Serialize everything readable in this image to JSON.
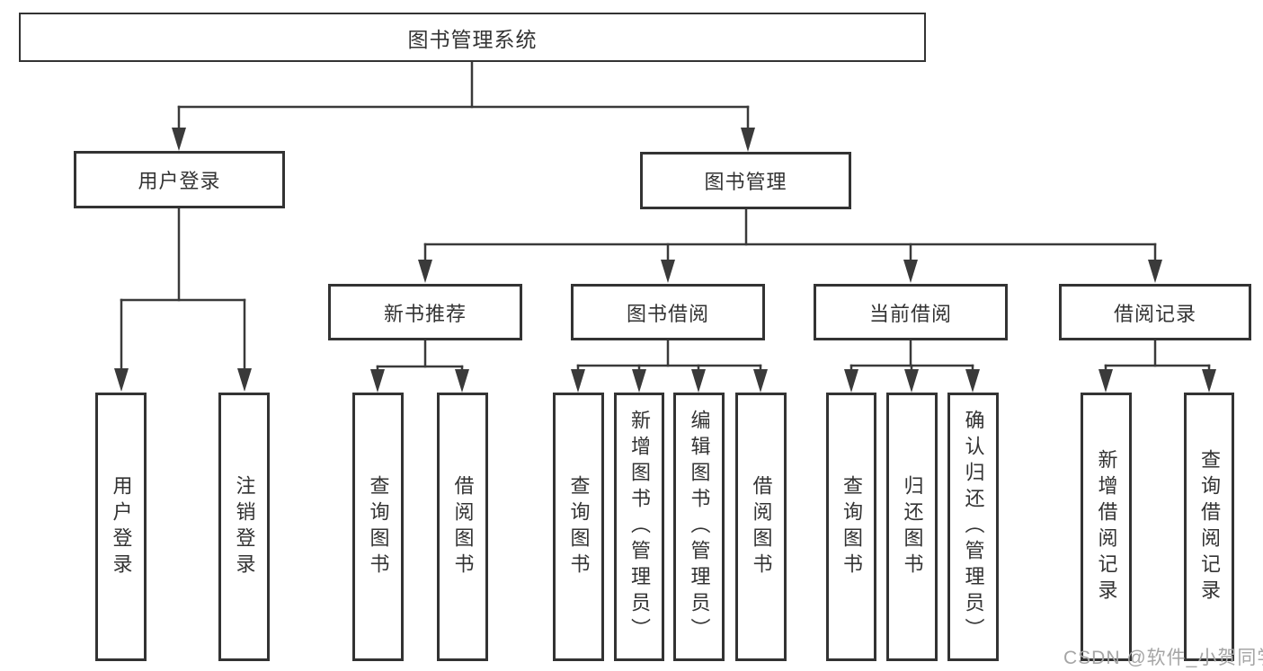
{
  "diagram": {
    "type": "hierarchy-tree",
    "title": "图书管理系统",
    "watermark": "CSDN @软件_小贺同学",
    "colors": {
      "background": "#ffffff",
      "line": "#3a3a3a",
      "box_border": "#333333",
      "text": "#333333",
      "watermark": "#a5a5a5"
    }
  },
  "nodes": {
    "root": {
      "label": "图书管理系统"
    },
    "user_login": {
      "label": "用户登录"
    },
    "book_management": {
      "label": "图书管理"
    },
    "new_book_recommendation": {
      "label": "新书推荐"
    },
    "book_borrowing": {
      "label": "图书借阅"
    },
    "current_borrowing": {
      "label": "当前借阅"
    },
    "borrowing_records": {
      "label": "借阅记录"
    },
    "leaf_user_login": {
      "label": "用户登录"
    },
    "leaf_logout": {
      "label": "注销登录"
    },
    "leaf_query_books_recommend": {
      "label": "查询图书"
    },
    "leaf_borrow_books_recommend": {
      "label": "借阅图书"
    },
    "leaf_query_books_borrowing": {
      "label": "查询图书"
    },
    "leaf_add_book_admin": {
      "label": "新增图书（管理员）"
    },
    "leaf_edit_book_admin": {
      "label": "编辑图书（管理员）"
    },
    "leaf_borrow_books_borrowing": {
      "label": "借阅图书"
    },
    "leaf_query_books_current": {
      "label": "查询图书"
    },
    "leaf_return_books": {
      "label": "归还图书"
    },
    "leaf_confirm_return_admin": {
      "label": "确认归还（管理员）"
    },
    "leaf_add_borrow_record": {
      "label": "新增借阅记录"
    },
    "leaf_query_borrow_record": {
      "label": "查询借阅记录"
    }
  },
  "structure": {
    "root": [
      "user_login",
      "book_management"
    ],
    "user_login": [
      "leaf_user_login",
      "leaf_logout"
    ],
    "book_management": [
      "new_book_recommendation",
      "book_borrowing",
      "current_borrowing",
      "borrowing_records"
    ],
    "new_book_recommendation": [
      "leaf_query_books_recommend",
      "leaf_borrow_books_recommend"
    ],
    "book_borrowing": [
      "leaf_query_books_borrowing",
      "leaf_add_book_admin",
      "leaf_edit_book_admin",
      "leaf_borrow_books_borrowing"
    ],
    "current_borrowing": [
      "leaf_query_books_current",
      "leaf_return_books",
      "leaf_confirm_return_admin"
    ],
    "borrowing_records": [
      "leaf_add_borrow_record",
      "leaf_query_borrow_record"
    ]
  }
}
